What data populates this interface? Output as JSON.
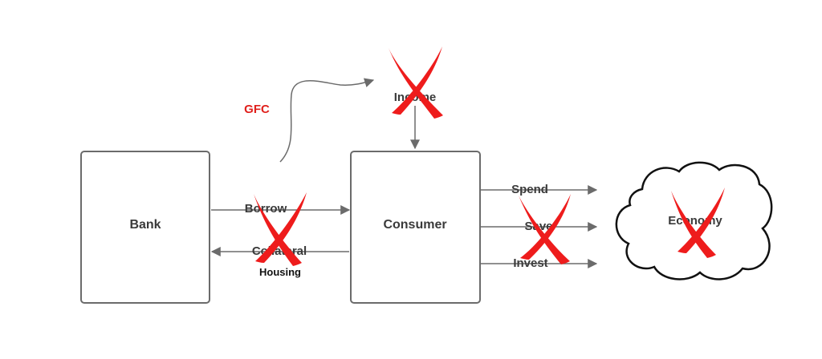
{
  "colors": {
    "stroke": "#6b6b6b",
    "text": "#3a3a3a",
    "cross": "#ee1c1c",
    "gfc": "#e0201c"
  },
  "nodes": {
    "bank": "Bank",
    "consumer": "Consumer",
    "income": "Income",
    "economy": "Economy"
  },
  "edges": {
    "borrow": "Borrow",
    "collateral": "Collateral",
    "spend": "Spend",
    "save": "Save",
    "invest": "Invest"
  },
  "annotations": {
    "gfc": "GFC",
    "housing": "Housing"
  },
  "icons": [
    "cross-mark-icon",
    "arrow-head-icon",
    "cloud-shape"
  ]
}
